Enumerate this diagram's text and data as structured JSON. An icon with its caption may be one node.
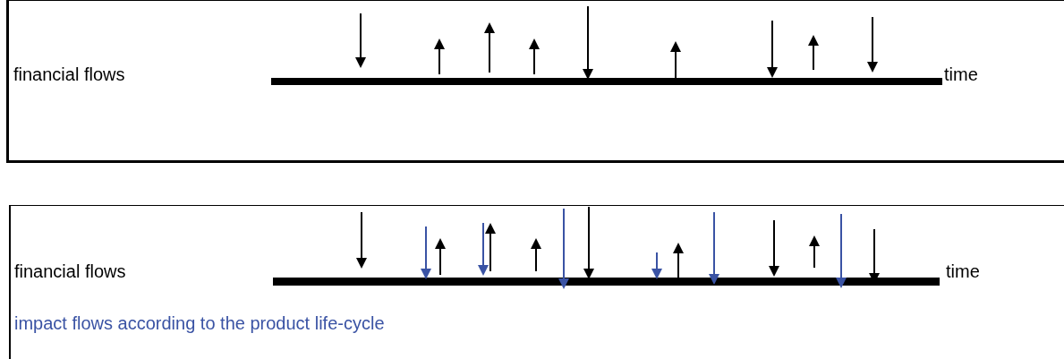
{
  "diagram": {
    "nodes": [
      {
        "text": [
          "financial flows",
          "time"
        ]
      },
      {
        "text": [
          "financial flows",
          "time",
          "impact flows according to the product life-cycle"
        ]
      }
    ]
  }
}
